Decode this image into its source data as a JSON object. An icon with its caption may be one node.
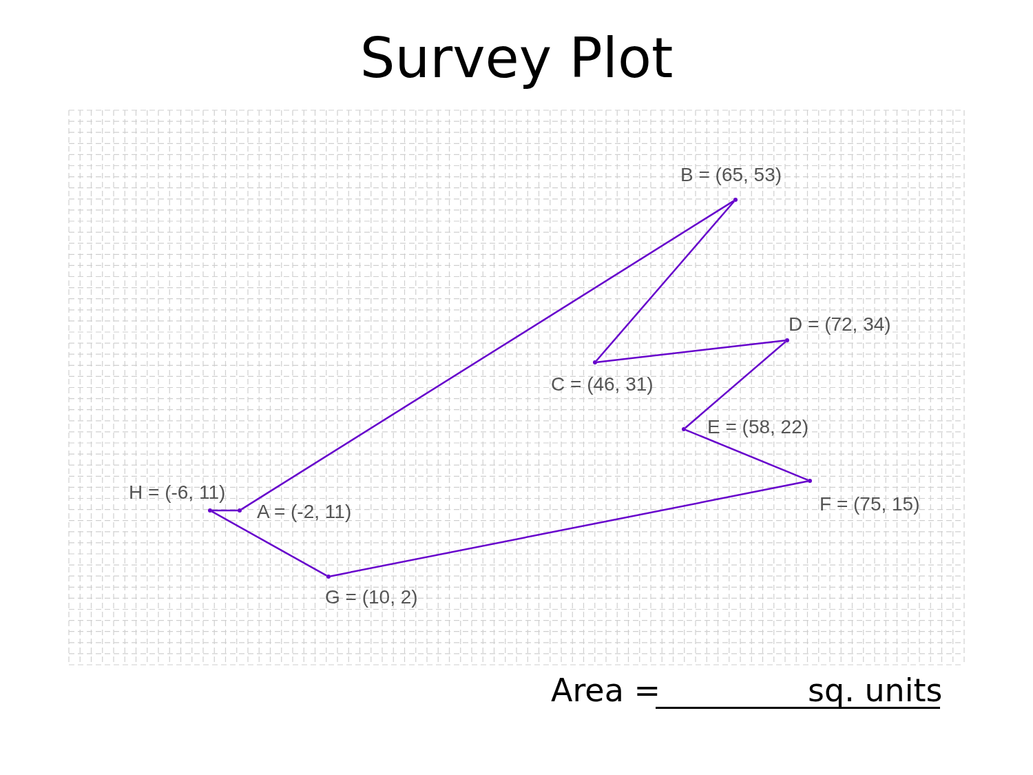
{
  "diagram": {
    "title": "Survey Plot",
    "nodes": [
      {
        "text": [],
        "shape": "point",
        "beside": [
          "A = (-2, 11)"
        ]
      },
      {
        "text": [],
        "shape": "point",
        "beside": [
          "B = (65, 53)"
        ]
      },
      {
        "text": [],
        "shape": "point",
        "beside": [
          "C = (46, 31)"
        ]
      },
      {
        "text": [],
        "shape": "point",
        "beside": [
          "D = (72, 34)"
        ]
      },
      {
        "text": [],
        "shape": "point",
        "beside": [
          "E = (58, 22)"
        ]
      },
      {
        "text": [],
        "shape": "point",
        "beside": [
          "F = (75, 15)"
        ]
      },
      {
        "text": [],
        "shape": "point",
        "beside": [
          "G = (10, 2)"
        ]
      },
      {
        "text": [],
        "shape": "point",
        "beside": [
          "H = (-6, 11)"
        ]
      }
    ],
    "edges": [
      {
        "from": 0,
        "to": 1,
        "arrow": "none"
      },
      {
        "from": 1,
        "to": 2,
        "arrow": "none"
      },
      {
        "from": 2,
        "to": 3,
        "arrow": "none"
      },
      {
        "from": 3,
        "to": 4,
        "arrow": "none"
      },
      {
        "from": 4,
        "to": 5,
        "arrow": "none"
      },
      {
        "from": 5,
        "to": 6,
        "arrow": "none"
      },
      {
        "from": 6,
        "to": 7,
        "arrow": "none"
      },
      {
        "from": 7,
        "to": 0,
        "arrow": "none"
      }
    ],
    "labels": [
      "Area =",
      "sq. units"
    ]
  }
}
